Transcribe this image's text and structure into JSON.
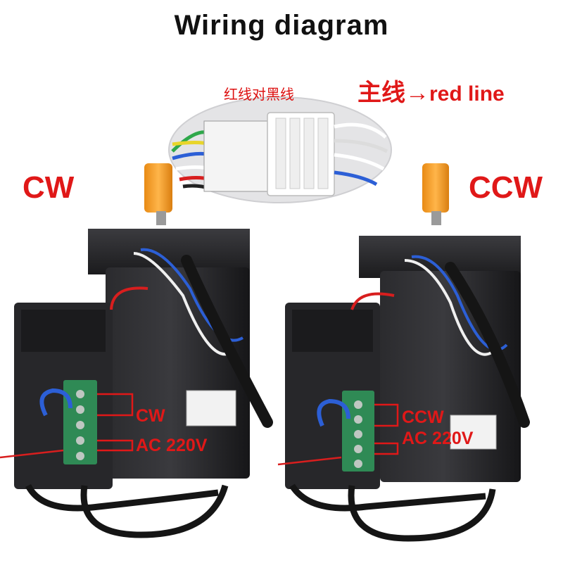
{
  "title": "Wiring diagram",
  "connector_note_cn": "红线对黑线",
  "main_line_note": {
    "cn": "主线→",
    "en": "red line"
  },
  "left_motor": {
    "direction": "CW",
    "terminal_labels": [
      "CW",
      "AC  220V"
    ]
  },
  "right_motor": {
    "direction": "CCW",
    "terminal_labels": [
      "CCW",
      "AC  220V"
    ]
  },
  "colors": {
    "label_red": "#e01818",
    "motor_body": "#1d1d1f",
    "shaft": "#f39a22",
    "wire_red": "#d81e1e",
    "wire_blue": "#2c5fd6",
    "wire_yellow": "#e8d52b",
    "wire_green": "#2ea84a"
  }
}
